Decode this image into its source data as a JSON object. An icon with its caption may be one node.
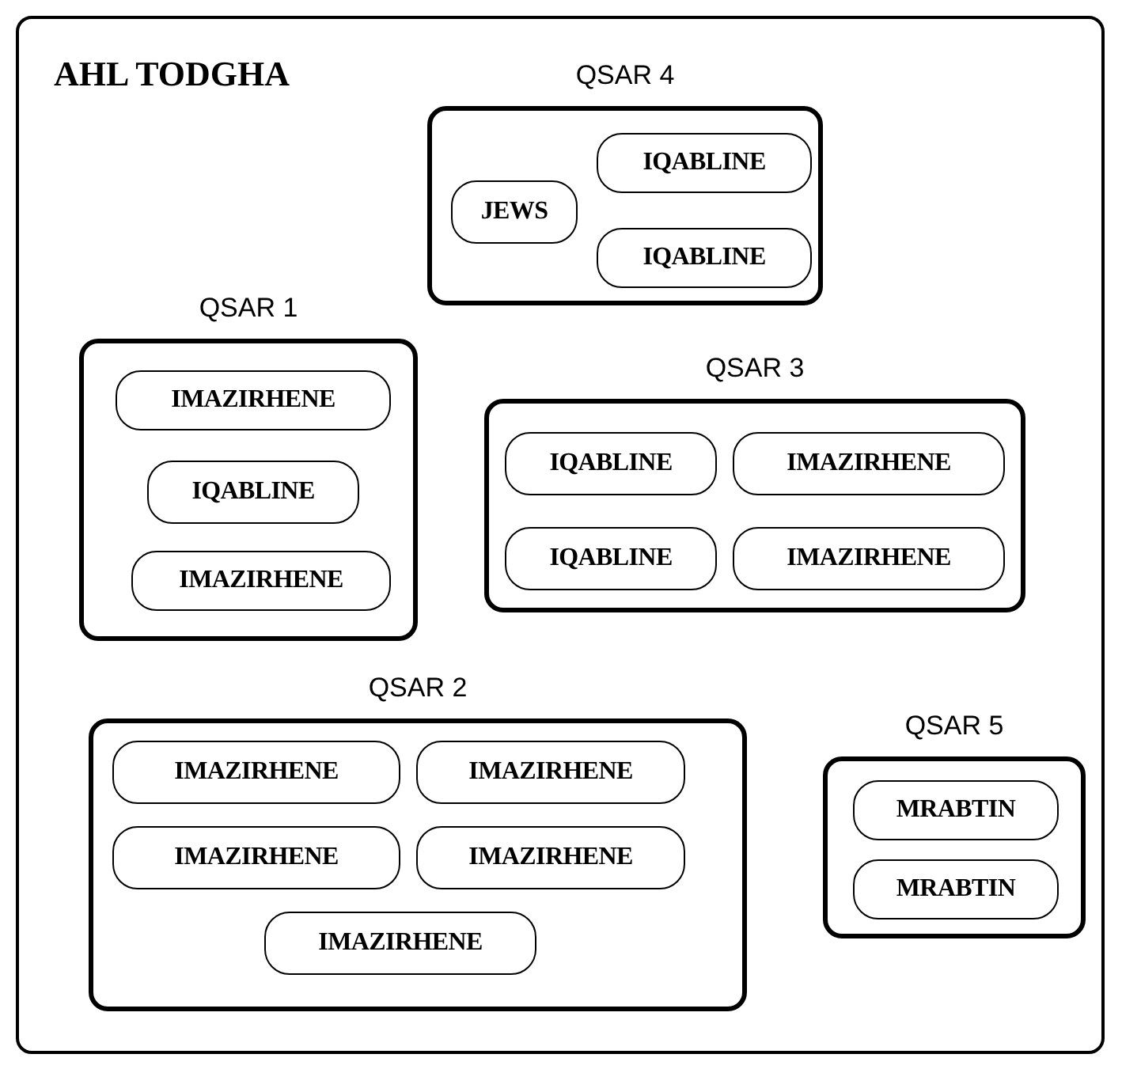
{
  "diagram": {
    "nodes": [
      {
        "text": [
          "AHL TODGHA"
        ]
      },
      {
        "text": [
          "QSAR 4"
        ],
        "in": 0
      },
      {
        "text": [
          "JEWS"
        ],
        "in": 1
      },
      {
        "text": [
          "IQABLINE"
        ],
        "in": 1
      },
      {
        "text": [
          "IQABLINE"
        ],
        "in": 1
      },
      {
        "text": [
          "QSAR 1"
        ],
        "in": 0
      },
      {
        "text": [
          "IMAZIRHENE"
        ],
        "in": 5
      },
      {
        "text": [
          "IQABLINE"
        ],
        "in": 5
      },
      {
        "text": [
          "IMAZIRHENE"
        ],
        "in": 5
      },
      {
        "text": [
          "QSAR 3"
        ],
        "in": 0
      },
      {
        "text": [
          "IQABLINE"
        ],
        "in": 9
      },
      {
        "text": [
          "IMAZIRHENE"
        ],
        "in": 9
      },
      {
        "text": [
          "IQABLINE"
        ],
        "in": 9
      },
      {
        "text": [
          "IMAZIRHENE"
        ],
        "in": 9
      },
      {
        "text": [
          "QSAR 2"
        ],
        "in": 0
      },
      {
        "text": [
          "IMAZIRHENE"
        ],
        "in": 14
      },
      {
        "text": [
          "IMAZIRHENE"
        ],
        "in": 14
      },
      {
        "text": [
          "IMAZIRHENE"
        ],
        "in": 14
      },
      {
        "text": [
          "IMAZIRHENE"
        ],
        "in": 14
      },
      {
        "text": [
          "IMAZIRHENE"
        ],
        "in": 14
      },
      {
        "text": [
          "QSAR 5"
        ],
        "in": 0
      },
      {
        "text": [
          "MRABTIN"
        ],
        "in": 20
      },
      {
        "text": [
          "MRABTIN"
        ],
        "in": 20
      }
    ]
  }
}
